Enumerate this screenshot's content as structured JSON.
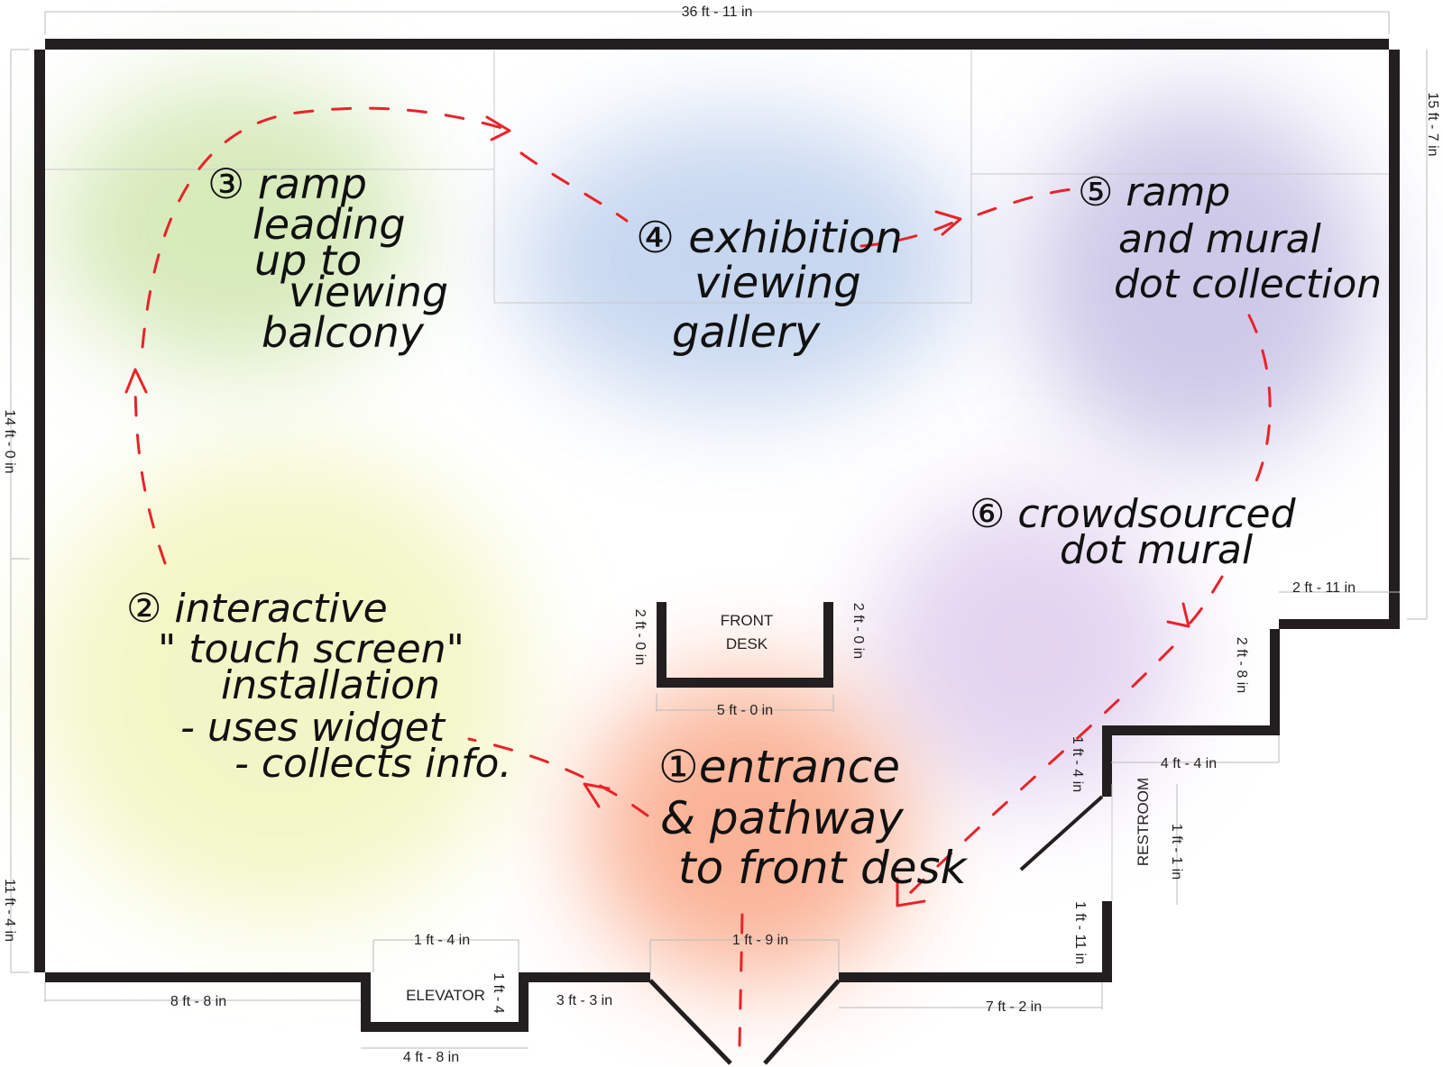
{
  "colors": {
    "wall": "#231f20",
    "path": "#e8232a",
    "zone_green": "#c9e3a3",
    "zone_yellow": "#f0f5b8",
    "zone_blue": "#b9cdec",
    "zone_purple": "#c6c0e4",
    "zone_lilac": "#dcc9ec",
    "zone_orange": "#f9a684"
  },
  "dimensions": {
    "top": "36 ft - 11 in",
    "right_top": "15 ft - 7 in",
    "left_upper": "14 ft - 0 in",
    "left_lower": "11 ft - 4 in",
    "right_step1": "2 ft - 11 in",
    "right_step2": "2 ft - 8 in",
    "right_step3": "4 ft - 4 in",
    "restroom_wall": "1 ft - 4 in",
    "restroom_depth": "1 ft - 1 in",
    "right_lower": "1 ft - 11 in",
    "bottom_left": "8 ft - 8 in",
    "elevator_width": "1 ft - 4 in",
    "elevator_depth": "1 ft - 4",
    "elevator_bottom": "4 ft - 8 in",
    "bottom_mid": "3 ft - 3 in",
    "entrance": "1 ft - 9 in",
    "bottom_right": "7 ft - 2 in",
    "desk_left": "2 ft - 0 in",
    "desk_right": "2 ft - 0 in",
    "desk_width": "5 ft - 0 in"
  },
  "rooms": {
    "front_desk_line1": "FRONT",
    "front_desk_line2": "DESK",
    "elevator": "ELEVATOR",
    "restroom": "RESTROOM"
  },
  "notes": {
    "n1": [
      "①entrance",
      "& pathway",
      "to front desk"
    ],
    "n2": [
      "② interactive",
      "\" touch screen\"",
      "installation",
      "- uses widget",
      "- collects info."
    ],
    "n3": [
      "③ ramp",
      "leading",
      "up to",
      "viewing",
      "balcony"
    ],
    "n4": [
      "④ exhibition",
      "viewing",
      "gallery"
    ],
    "n5": [
      "⑤ ramp",
      "and mural",
      "dot collection"
    ],
    "n6": [
      "⑥ crowdsourced",
      "dot mural"
    ]
  }
}
